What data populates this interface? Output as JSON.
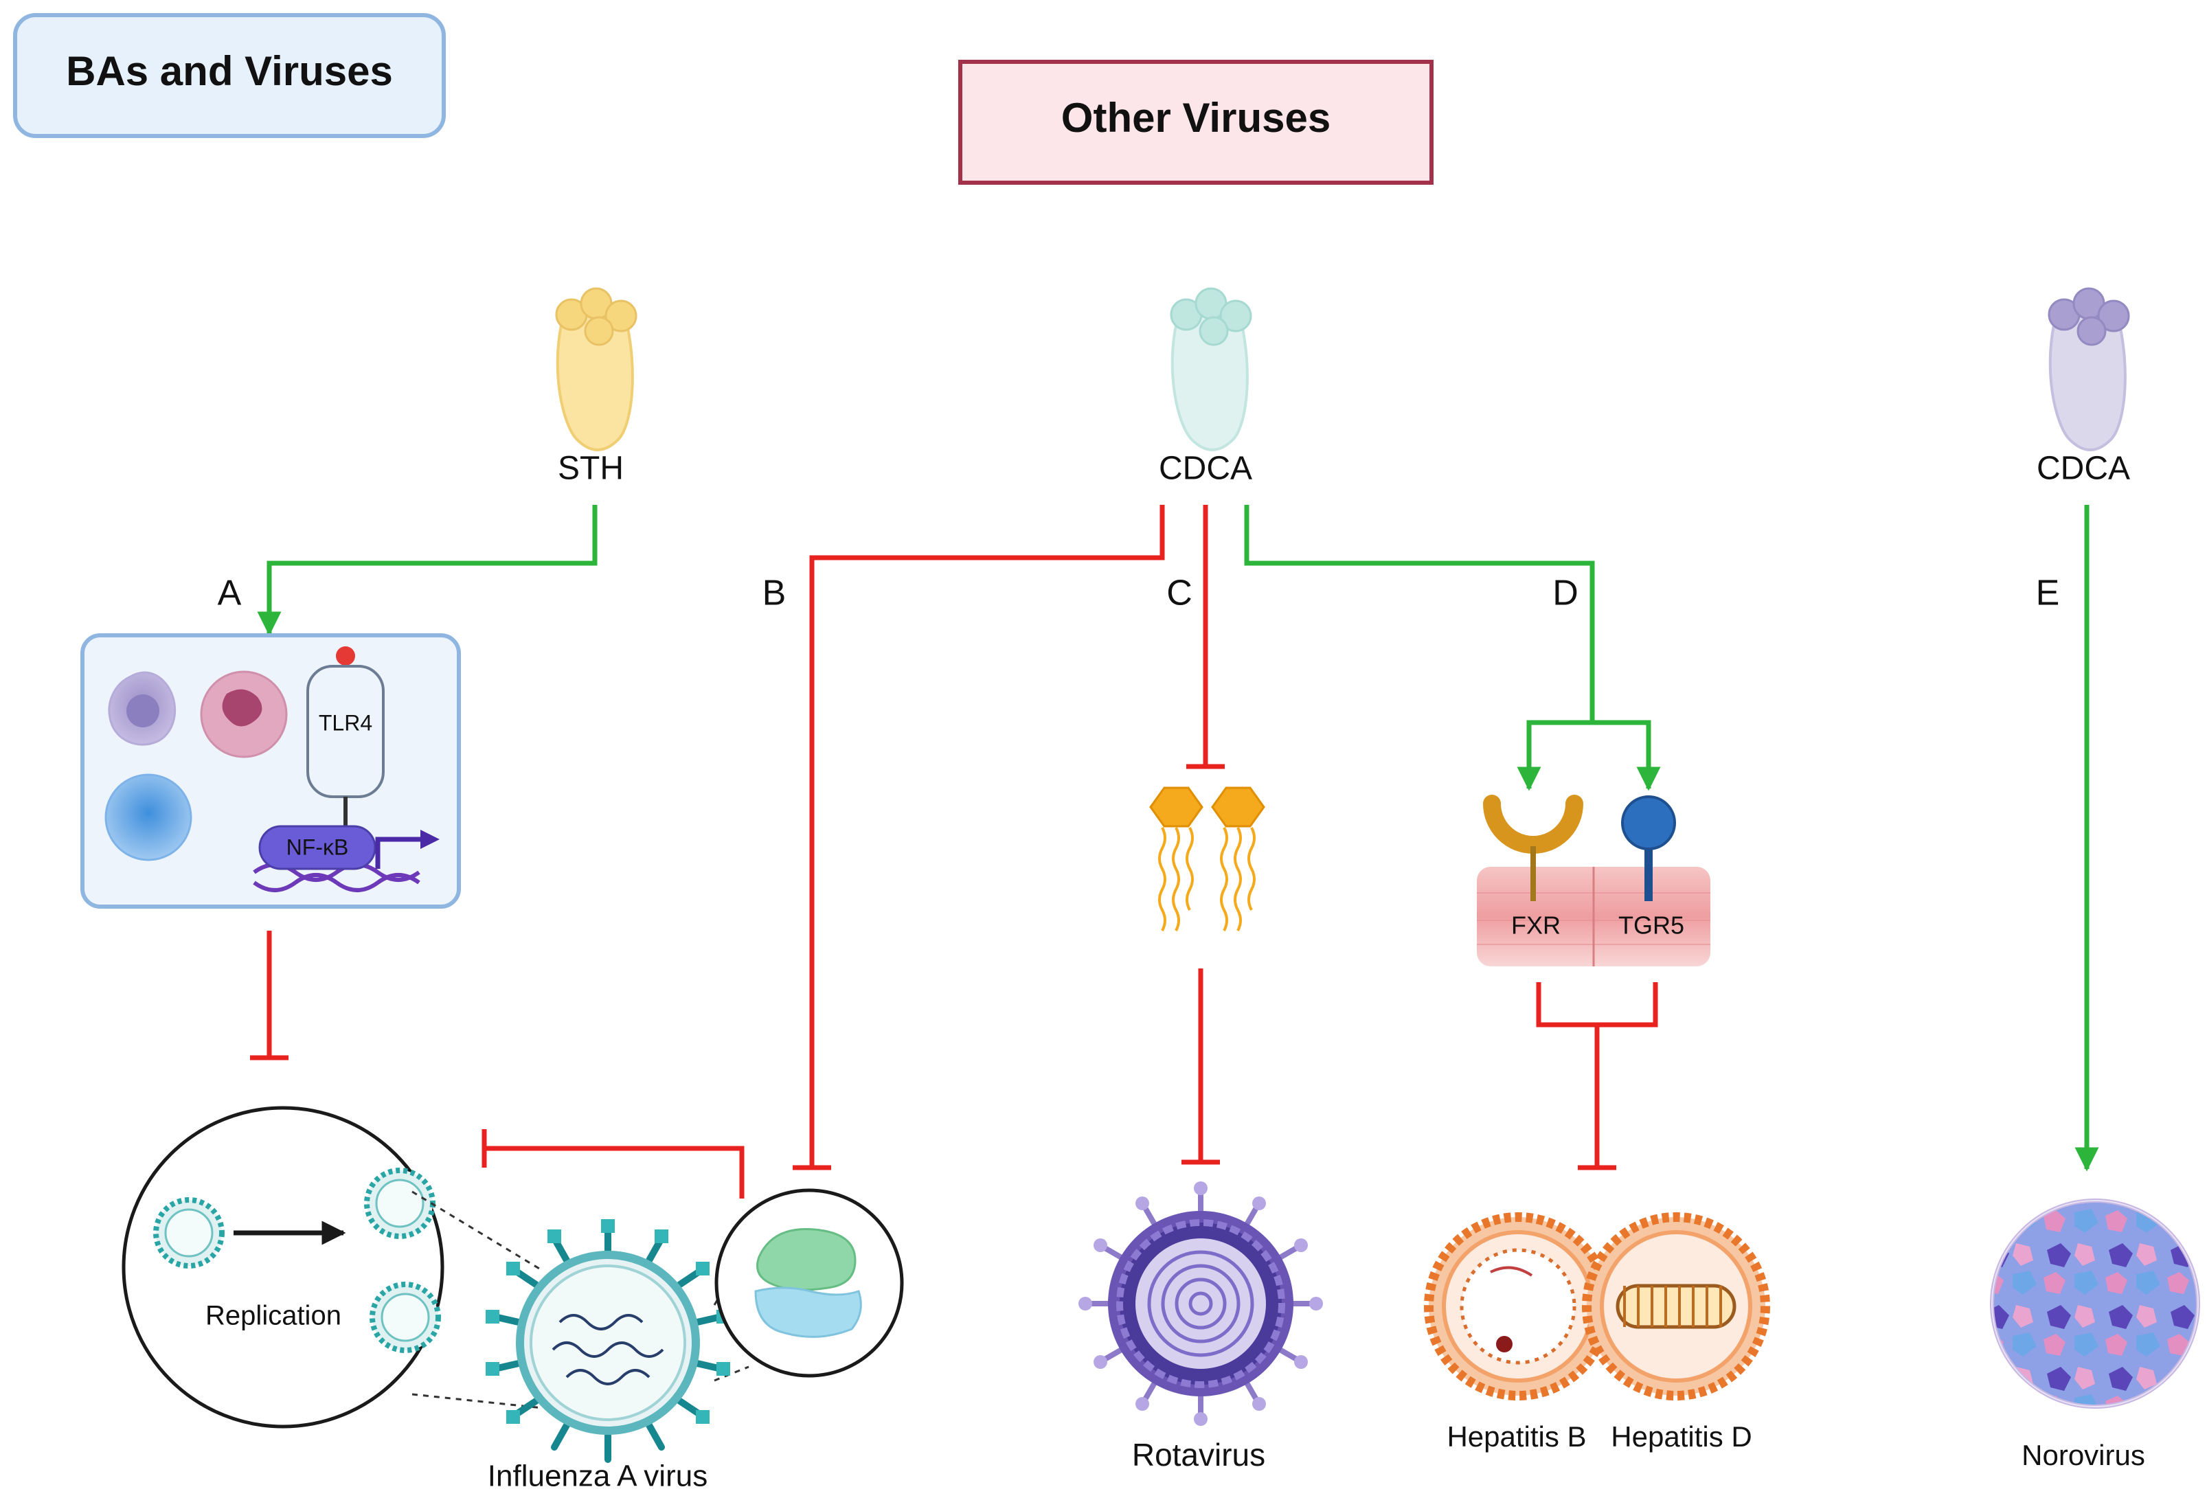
{
  "header": {
    "title": "BAs and Viruses",
    "section": "Other Viruses"
  },
  "compounds": {
    "left": "STH",
    "middle": "CDCA",
    "right": "CDCA"
  },
  "branches": {
    "a": "A",
    "b": "B",
    "c": "C",
    "d": "D",
    "e": "E"
  },
  "immune": {
    "receptor": "TLR4",
    "factor": "NF-κB"
  },
  "influenza": {
    "process": "Replication",
    "name": "Influenza A virus"
  },
  "receptors": {
    "fxr": "FXR",
    "tgr5": "TGR5"
  },
  "viruses": {
    "rotavirus": "Rotavirus",
    "hep_b": "Hepatitis B",
    "hep_d": "Hepatitis D",
    "norovirus": "Norovirus"
  },
  "colors": {
    "activate": "#2db53b",
    "inhibit": "#e8221f",
    "title_box_fill": "#e7f1fb",
    "title_box_stroke": "#8fb6e0",
    "section_box_fill": "#fde6ea",
    "section_box_stroke": "#a2324a"
  }
}
